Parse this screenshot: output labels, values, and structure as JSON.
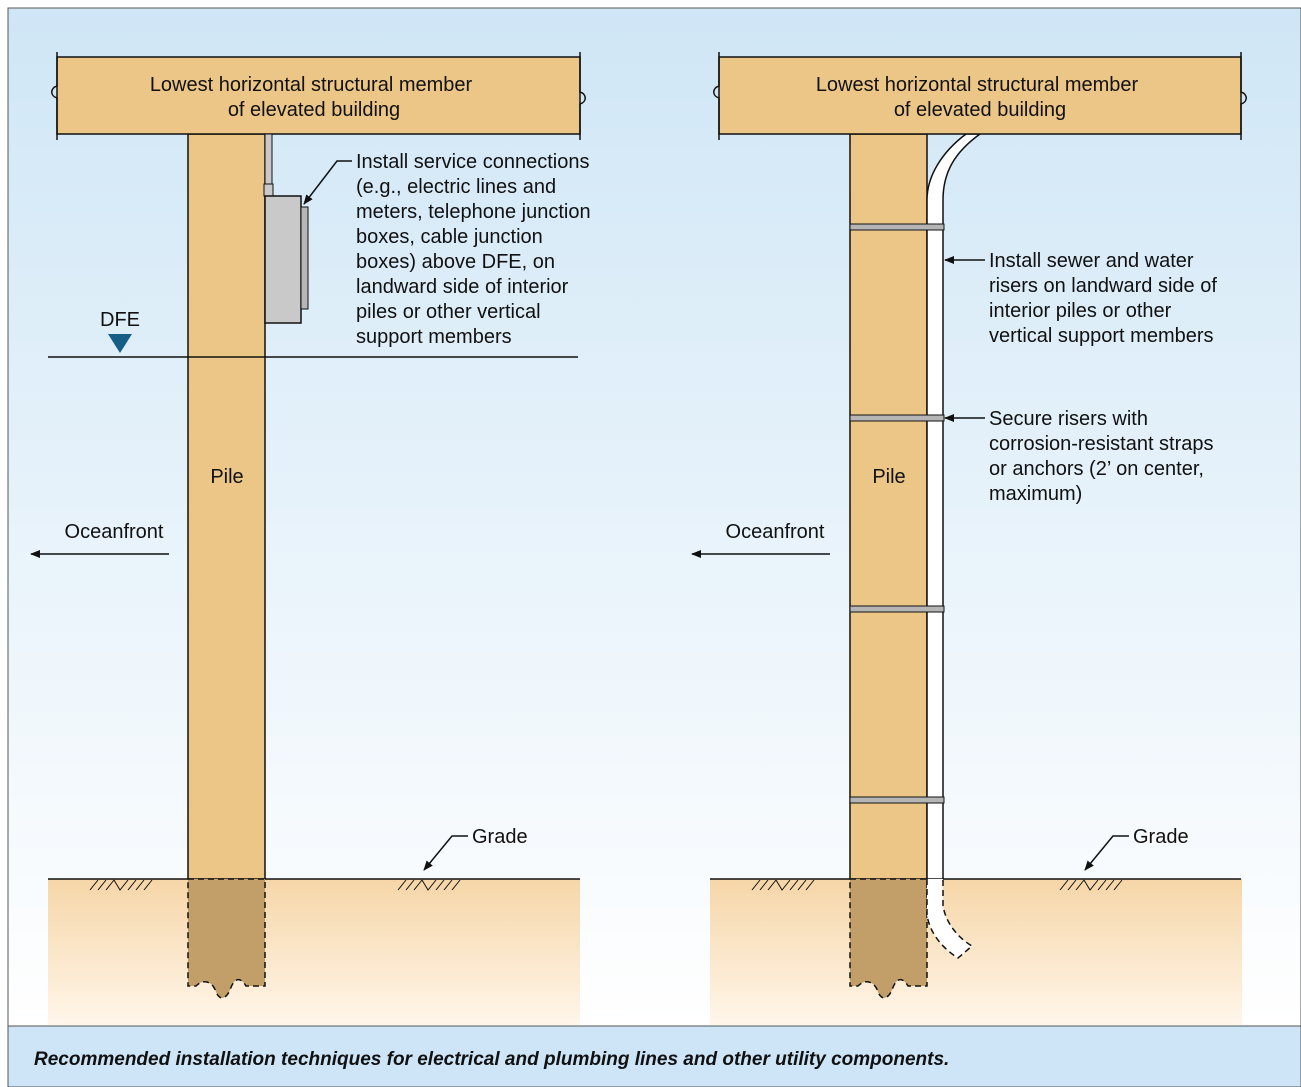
{
  "caption": "Recommended installation techniques for electrical and plumbing lines and other utility components.",
  "colors": {
    "sky_top": "#cfe6f6",
    "sky_bottom": "#ffffff",
    "wood": "#ecc687",
    "buried_wood": "#c29e69",
    "soil": "#f7d9ae",
    "dfe_marker": "#155e86",
    "caption_band": "#cde5f6",
    "meter_box": "#c9c9c9"
  },
  "left_panel": {
    "beam_label_line1": "Lowest horizontal structural member",
    "beam_label_line2": "of elevated building",
    "pile_label": "Pile",
    "oceanfront_label": "Oceanfront",
    "grade_label": "Grade",
    "dfe_label": "DFE",
    "service_note": [
      "Install service connections",
      "(e.g., electric lines and",
      "meters, telephone junction",
      "boxes, cable junction",
      "boxes) above DFE, on",
      "landward side of interior",
      "piles or other vertical",
      "support members"
    ]
  },
  "right_panel": {
    "beam_label_line1": "Lowest horizontal structural member",
    "beam_label_line2": "of elevated building",
    "pile_label": "Pile",
    "oceanfront_label": "Oceanfront",
    "grade_label": "Grade",
    "riser_note": [
      "Install sewer and water",
      "risers on landward side of",
      "interior piles or other",
      "vertical support members"
    ],
    "strap_note": [
      "Secure risers with",
      "corrosion-resistant straps",
      "or anchors (2’ on center,",
      "maximum)"
    ]
  }
}
